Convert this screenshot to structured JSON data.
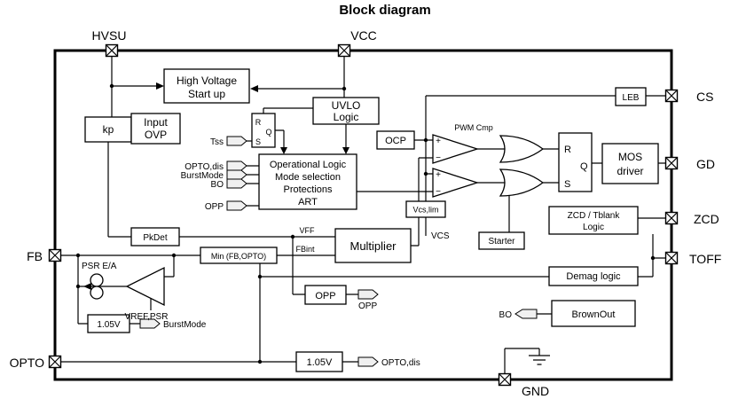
{
  "title": "Block diagram",
  "pins": {
    "hvsu": "HVSU",
    "vcc": "VCC",
    "cs": "CS",
    "gd": "GD",
    "zcd": "ZCD",
    "toff": "TOFF",
    "fb": "FB",
    "opto": "OPTO",
    "gnd": "GND"
  },
  "blocks": {
    "hv_startup": {
      "line1": "High Voltage",
      "line2": "Start up"
    },
    "uvlo": {
      "line1": "UVLO",
      "line2": "Logic"
    },
    "kp": "kp",
    "input_ovp": {
      "line1": "Input",
      "line2": "OVP"
    },
    "ocp": "OCP",
    "op_logic": {
      "line1": "Operational Logic",
      "line2": "Mode selection",
      "line3": "Protections",
      "line4": "ART"
    },
    "multiplier": "Multiplier",
    "pkdet": "PkDet",
    "min_fb_opto": "Min (FB,OPTO)",
    "leb": "LEB",
    "mos_driver": {
      "line1": "MOS",
      "line2": "driver"
    },
    "vcs_lim": "Vcs,lim",
    "starter": "Starter",
    "zcd_logic": {
      "line1": "ZCD / Tblank",
      "line2": "Logic"
    },
    "demag": "Demag logic",
    "brownout": "BrownOut",
    "opp_box": "OPP",
    "v105_burst": "1.05V",
    "v105_opto": "1.05V",
    "latch": {
      "r": "R",
      "q": "Q",
      "s": "S"
    },
    "latch_small": {
      "r": "R",
      "q": "Q",
      "s": "S"
    }
  },
  "signals": {
    "tss": "Tss",
    "opto_dis": "OPTO,dis",
    "burstmode": "BurstMode",
    "bo": "BO",
    "opp": "OPP",
    "vff": "VFF",
    "fbint": "FBint",
    "vcs": "VCS",
    "vref_psr": "VREF,PSR",
    "psr_ea": "PSR E/A",
    "pwm_cmp": "PWM Cmp",
    "plus": "+",
    "minus": "−"
  },
  "colors": {
    "line": "#000000",
    "background": "#ffffff",
    "tag_fill": "#f0f0f0"
  }
}
